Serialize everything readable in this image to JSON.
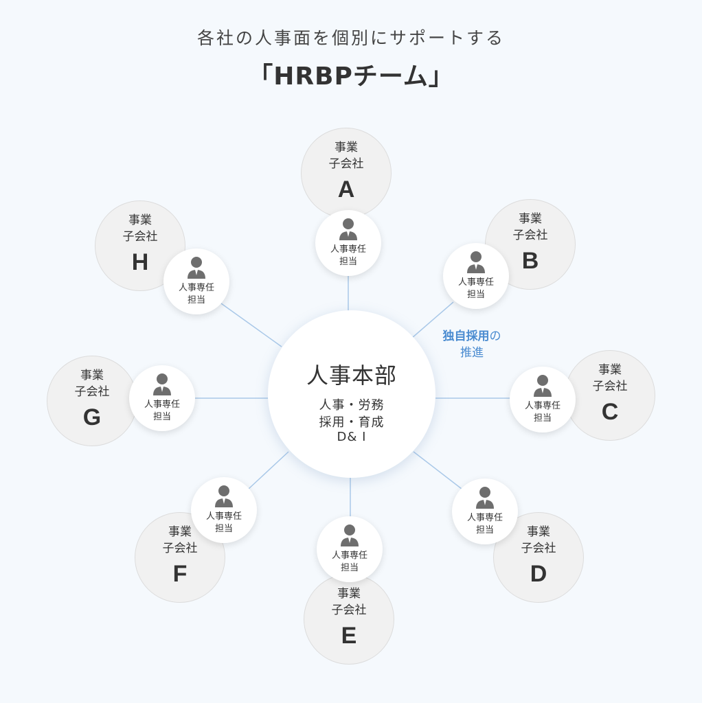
{
  "header": {
    "subtitle": "各社の人事面を個別にサポートする",
    "title": "「HRBPチーム」"
  },
  "hub": {
    "name": "人事本部",
    "functions": [
      "人事・労務",
      "採用・育成",
      "D& I"
    ]
  },
  "annotation": {
    "strong": "独自採用",
    "suffix": "の",
    "line2": "推進"
  },
  "staff_label": {
    "line1": "人事専任",
    "line2": "担当"
  },
  "companies": [
    {
      "line1": "事業",
      "line2": "子会社",
      "letter": "A"
    },
    {
      "line1": "事業",
      "line2": "子会社",
      "letter": "B"
    },
    {
      "line1": "事業",
      "line2": "子会社",
      "letter": "C"
    },
    {
      "line1": "事業",
      "line2": "子会社",
      "letter": "D"
    },
    {
      "line1": "事業",
      "line2": "子会社",
      "letter": "E"
    },
    {
      "line1": "事業",
      "line2": "子会社",
      "letter": "F"
    },
    {
      "line1": "事業",
      "line2": "子会社",
      "letter": "G"
    },
    {
      "line1": "事業",
      "line2": "子会社",
      "letter": "H"
    }
  ],
  "colors": {
    "background": "#f5f9fd",
    "connector": "#a9c8e8",
    "accent": "#4a8bd0",
    "company_fill": "#f1f1f1",
    "icon": "#6e6e6e"
  },
  "icons": {
    "staff": "person-icon"
  }
}
